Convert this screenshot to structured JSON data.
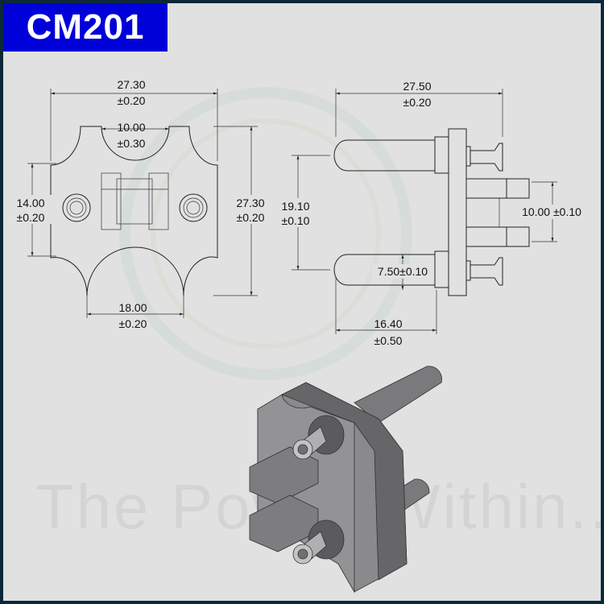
{
  "title": "CM201",
  "watermark": "The Power Within...",
  "colors": {
    "badge": "#0000d8",
    "border": "#0b2838",
    "background": "#e1e1e2",
    "part": "#6e6e70"
  },
  "front_view": {
    "overall_width": {
      "value": "27.30",
      "tol": "±0.20"
    },
    "top_notch": {
      "value": "10.00",
      "tol": "±0.30"
    },
    "left_height": {
      "value": "14.00",
      "tol": "±0.20"
    },
    "overall_height": {
      "value": "27.30",
      "tol": "±0.20"
    },
    "bottom_notch": {
      "value": "18.00",
      "tol": "±0.20"
    }
  },
  "side_view": {
    "overall_length": {
      "value": "27.50",
      "tol": "±0.20"
    },
    "pin_spacing": {
      "value": "19.10",
      "tol": "±0.10"
    },
    "tab_spacing": {
      "value": "10.00 ±0.10"
    },
    "pin_diameter": {
      "value": "7.50±0.10"
    },
    "pin_length": {
      "value": "16.40",
      "tol": "±0.50"
    }
  }
}
